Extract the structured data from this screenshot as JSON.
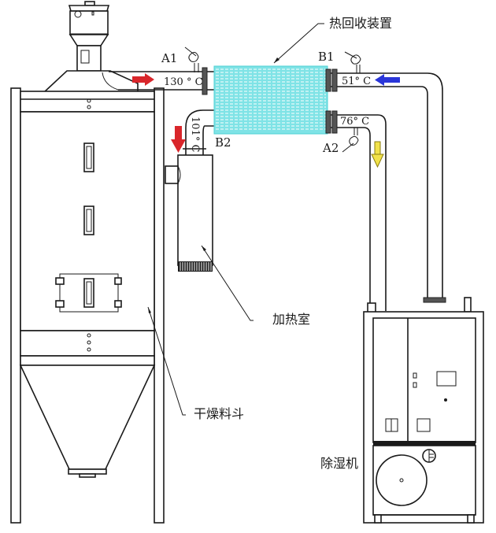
{
  "title": "热回收干燥系统示意图",
  "components": {
    "heat_recovery": {
      "label": "热回收装置",
      "color": "#7fe3e6",
      "line_color": "#ffffff"
    },
    "heating_chamber": {
      "label": "加热室"
    },
    "drying_hopper": {
      "label": "干燥料斗"
    },
    "dehumidifier": {
      "label": "除湿机"
    }
  },
  "ports": {
    "a1": {
      "label": "A1",
      "temperature": "130 ° C"
    },
    "b1": {
      "label": "B1",
      "temperature": "51° C"
    },
    "a2": {
      "label": "A2",
      "temperature": "76° C"
    },
    "b2": {
      "label": "B2",
      "temperature": "101° C"
    }
  },
  "flow_arrows": {
    "hopper_outlet": {
      "direction": "right",
      "color": "#d9262b"
    },
    "dehumidifier_return": {
      "direction": "left",
      "color": "#2a36d9"
    },
    "to_dehumidifier": {
      "direction": "down",
      "color": "#f2e24a"
    },
    "to_heater": {
      "direction": "down",
      "color": "#d9262b"
    }
  }
}
